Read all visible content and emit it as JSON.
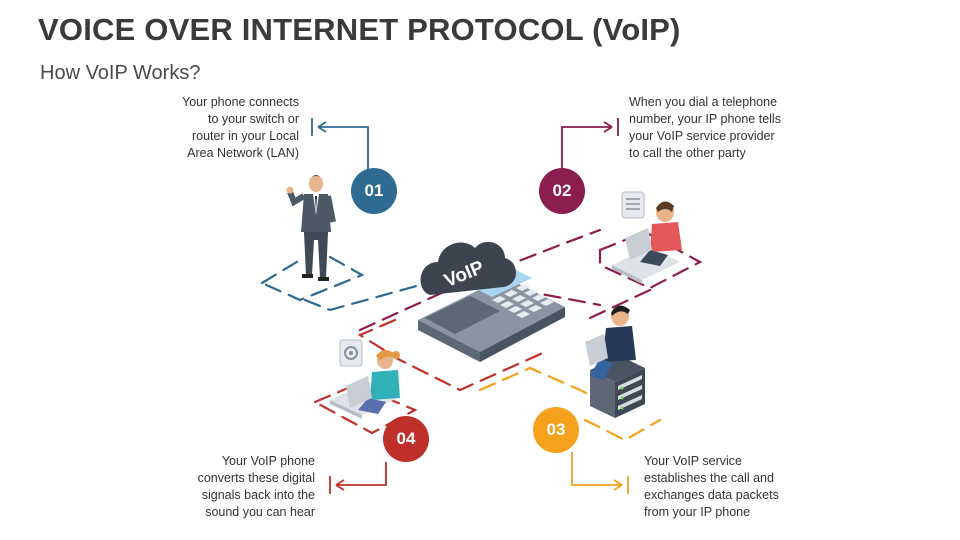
{
  "header": {
    "title": "VOICE OVER INTERNET PROTOCOL (VoIP)",
    "subtitle": "How VoIP Works?"
  },
  "center": {
    "cloud_label": "VoIP"
  },
  "steps": [
    {
      "number": "01",
      "color": "#2e6a92",
      "lines": [
        "Your phone connects",
        "to your switch or",
        "router in your Local",
        "Area Network (LAN)"
      ]
    },
    {
      "number": "02",
      "color": "#8b1d4f",
      "lines": [
        "When you dial a telephone",
        "number, your IP phone tells",
        "your VoIP service provider",
        "to call the other party"
      ]
    },
    {
      "number": "03",
      "color": "#f5a11c",
      "lines": [
        "Your VoIP service",
        "establishes the call and",
        "exchanges data packets",
        "from your IP phone"
      ]
    },
    {
      "number": "04",
      "color": "#c0302b",
      "lines": [
        "Your VoIP phone",
        "converts these digital",
        "signals back into the",
        "sound you can hear"
      ]
    }
  ],
  "icons": [
    "businessman-icon",
    "laptop-man-icon",
    "server-man-icon",
    "laptop-woman-icon",
    "ip-phone-icon",
    "cloud-icon",
    "settings-bubble-icon",
    "document-bubble-icon"
  ]
}
